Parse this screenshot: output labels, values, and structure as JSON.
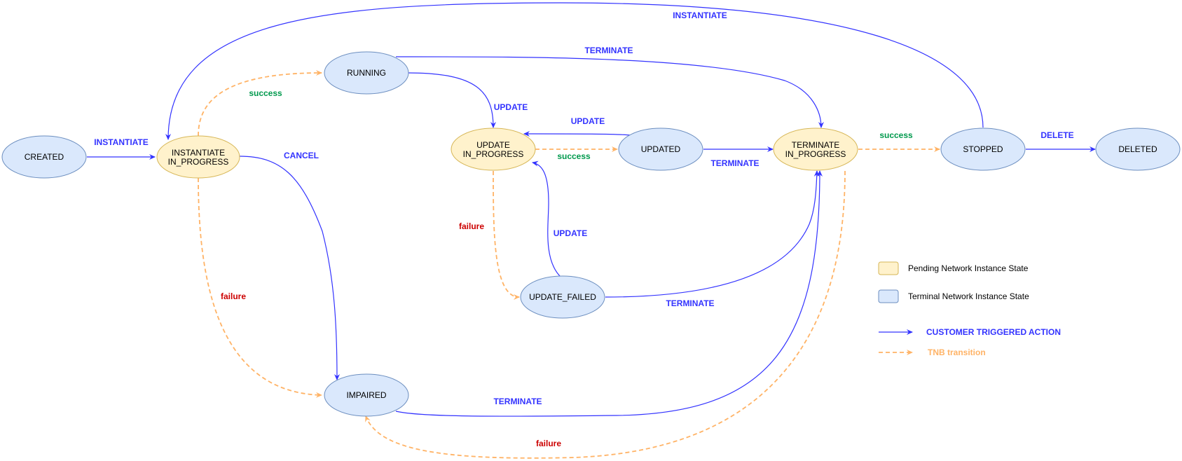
{
  "colors": {
    "pending_fill": "#fff2cc",
    "pending_stroke": "#d6b656",
    "terminal_fill": "#dae8fc",
    "terminal_stroke": "#6c8ebf",
    "customer_action": "#3333ff",
    "tnb_transition": "#ffb366",
    "success_label": "#00994d",
    "failure_label": "#cc0000"
  },
  "states": {
    "created": "CREATED",
    "instantiate_in_progress": [
      "INSTANTIATE",
      "IN_PROGRESS"
    ],
    "running": "RUNNING",
    "update_in_progress": [
      "UPDATE",
      "IN_PROGRESS"
    ],
    "updated": "UPDATED",
    "terminate_in_progress": [
      "TERMINATE",
      "IN_PROGRESS"
    ],
    "stopped": "STOPPED",
    "deleted": "DELETED",
    "update_failed": "UPDATE_FAILED",
    "impaired": "IMPAIRED"
  },
  "labels": {
    "instantiate_top": "INSTANTIATE",
    "instantiate_left": "INSTANTIATE",
    "terminate_running": "TERMINATE",
    "update_running": "UPDATE",
    "update_back": "UPDATE",
    "success_running": "success",
    "cancel": "CANCEL",
    "success_updated": "success",
    "terminate_updated": "TERMINATE",
    "success_stopped": "success",
    "delete": "DELETE",
    "failure_update": "failure",
    "update_from_failed": "UPDATE",
    "failure_instantiate": "failure",
    "terminate_failed": "TERMINATE",
    "terminate_impaired": "TERMINATE",
    "failure_terminate": "failure"
  },
  "legend": {
    "pending": "Pending Network Instance State",
    "terminal": "Terminal Network Instance State",
    "customer": "CUSTOMER TRIGGERED ACTION",
    "tnb": "TNB transition"
  }
}
